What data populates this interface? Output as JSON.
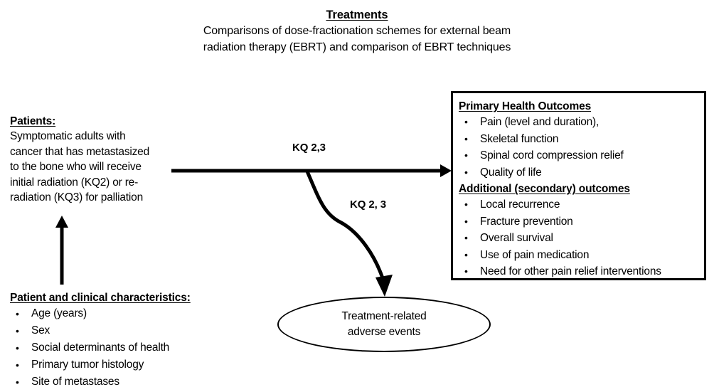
{
  "header": {
    "title": "Treatments",
    "subtitle_lines": [
      "Comparisons of dose-fractionation schemes for external beam",
      "radiation therapy (EBRT) and comparison of EBRT techniques"
    ]
  },
  "patients": {
    "heading": "Patients:",
    "lines": [
      "Symptomatic adults with",
      "cancer that has metastasized",
      "to the bone  who will receive",
      "initial radiation (KQ2) or re-",
      "radiation (KQ3) for palliation"
    ]
  },
  "characteristics": {
    "heading": "Patient and clinical characteristics:",
    "items": [
      "Age (years)",
      "Sex",
      "Social determinants of health",
      "Primary tumor histology",
      "Site of metastases"
    ]
  },
  "outcomes": {
    "primary_heading": "Primary Health Outcomes",
    "primary_items": [
      "Pain (level and duration),",
      "Skeletal function",
      "Spinal cord compression relief",
      "Quality of life"
    ],
    "secondary_heading": "Additional (secondary) outcomes",
    "secondary_items": [
      "Local recurrence",
      "Fracture prevention",
      "Overall survival",
      "Use of pain medication",
      "Need for other pain relief interventions"
    ]
  },
  "adverse_events": {
    "lines": [
      "Treatment-related",
      "adverse events"
    ]
  },
  "edges": {
    "kq_top_label": "KQ 2,3",
    "kq_curve_label": "KQ 2, 3"
  },
  "colors": {
    "stroke": "#000000",
    "background": "#ffffff",
    "text": "#000000"
  }
}
